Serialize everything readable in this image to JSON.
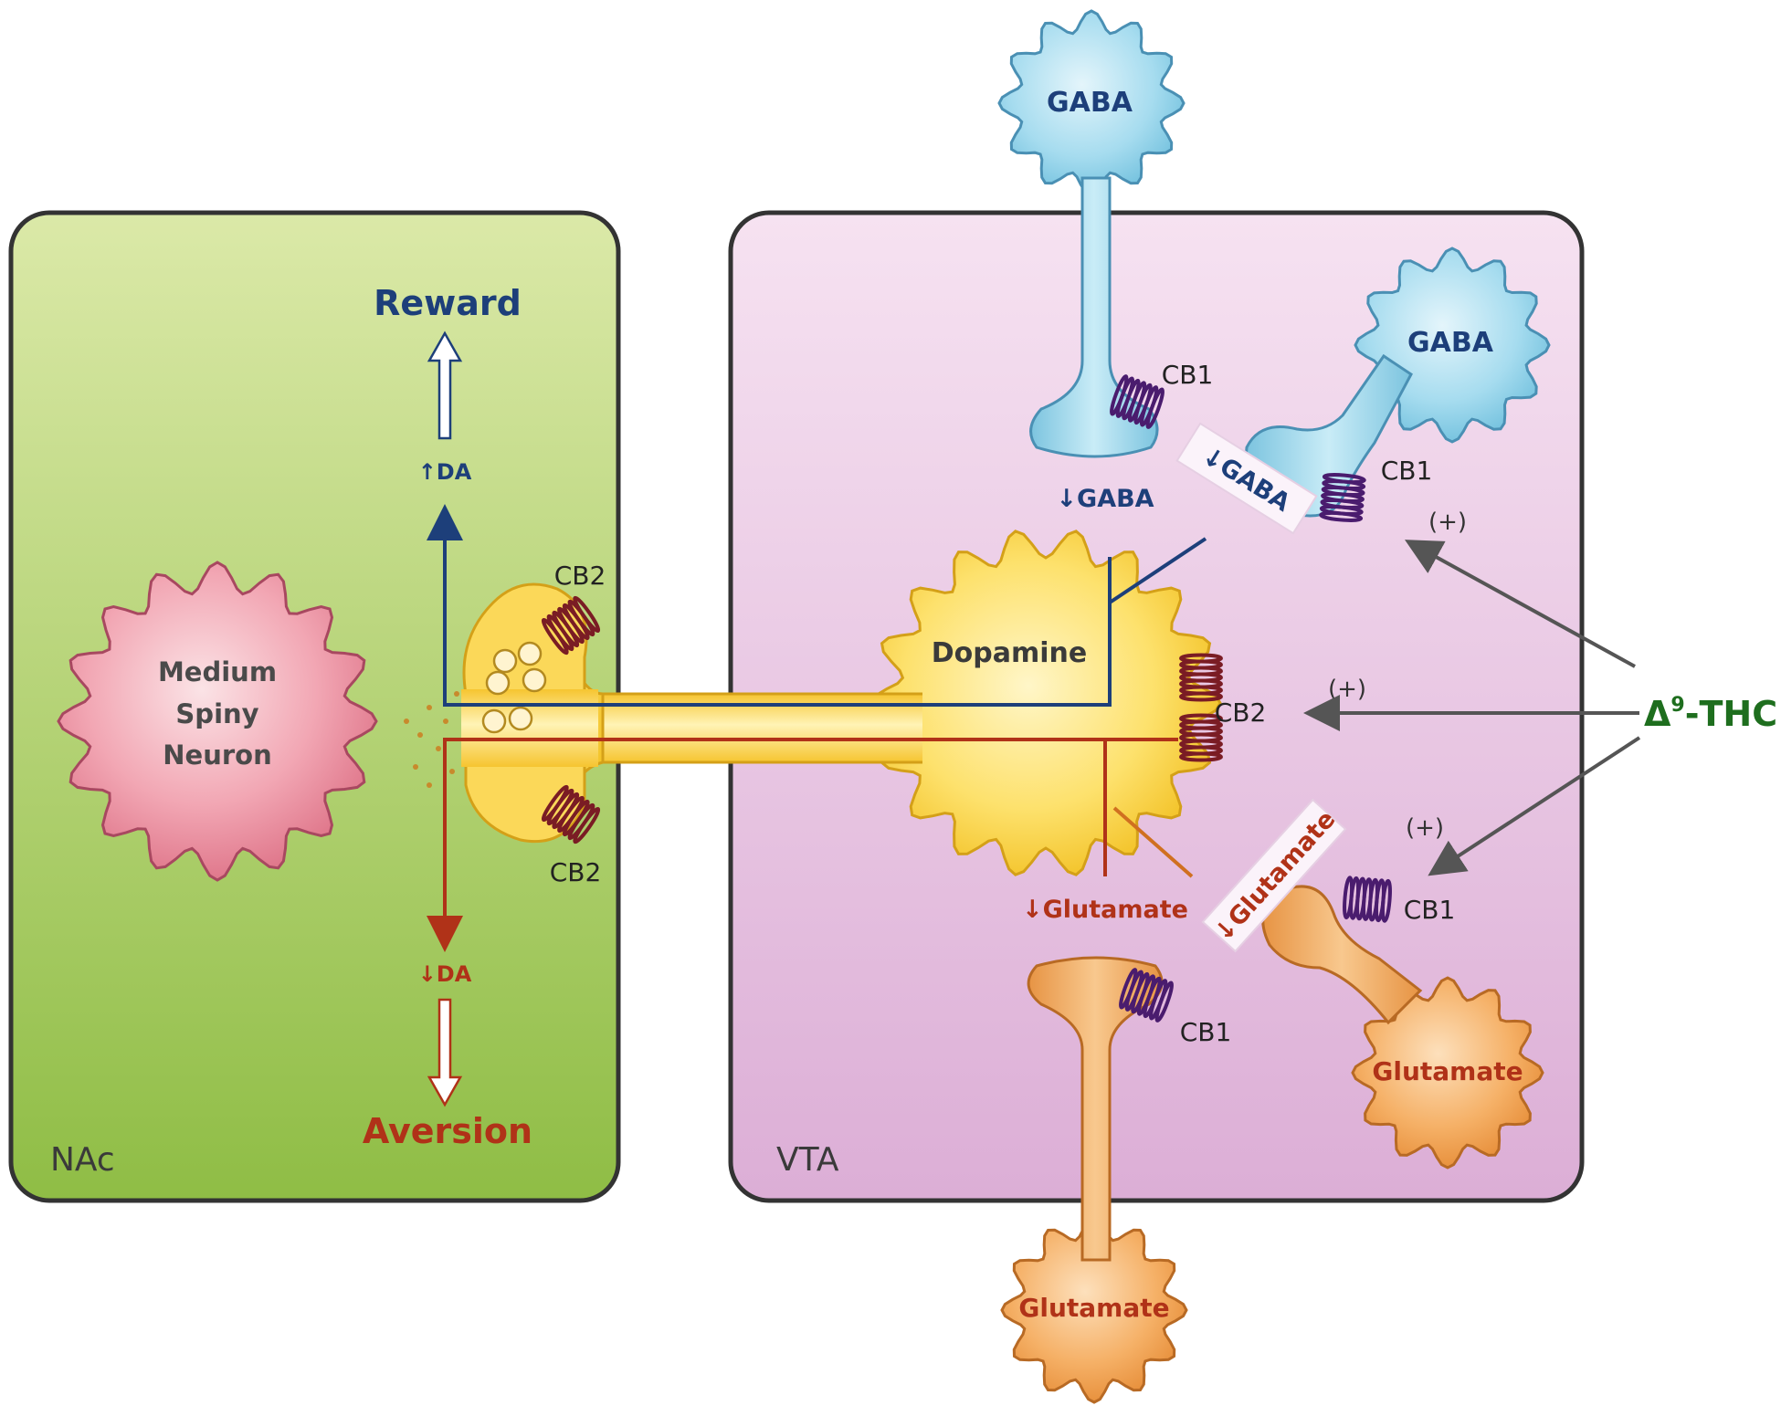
{
  "regions": {
    "nac": "NAc",
    "vta": "VTA"
  },
  "neurons": {
    "medium_spiny": [
      "Medium",
      "Spiny",
      "Neuron"
    ],
    "dopamine": "Dopamine",
    "gaba_top": "GABA",
    "gaba_right": "GABA",
    "glutamate_bottom": "Glutamate",
    "glutamate_right": "Glutamate"
  },
  "outcomes": {
    "reward": "Reward",
    "aversion": "Aversion",
    "da_up": "↑DA",
    "da_down": "↓DA"
  },
  "receptors": {
    "cb2_terminal_top": "CB2",
    "cb2_terminal_bottom": "CB2",
    "cb2_dopamine": "CB2",
    "cb1_gaba_top": "CB1",
    "cb1_gaba_right": "CB1",
    "cb1_glut_bottom": "CB1",
    "cb1_glut_right": "CB1"
  },
  "signals": {
    "gaba_down_1": "↓GABA",
    "gaba_down_2": "↓GABA",
    "glut_down_1": "↓Glutamate",
    "glut_down_2": "↓Glutamate",
    "plus_1": "(+)",
    "plus_2": "(+)",
    "plus_3": "(+)"
  },
  "drug": {
    "delta": "Δ",
    "superscript": "9",
    "name": "-THC"
  },
  "colors": {
    "nac_bg": "#a8cc60",
    "vta_bg": "#e4b8dc",
    "gaba": "#7ec8e3",
    "dopamine": "#f8d040",
    "glutamate": "#f0a04a",
    "msn": "#ee8a9c",
    "reward_blue": "#1d3f7a",
    "aversion_red": "#b03218",
    "receptor": "#4a1c6e",
    "thc_green": "#1e6e1e"
  }
}
